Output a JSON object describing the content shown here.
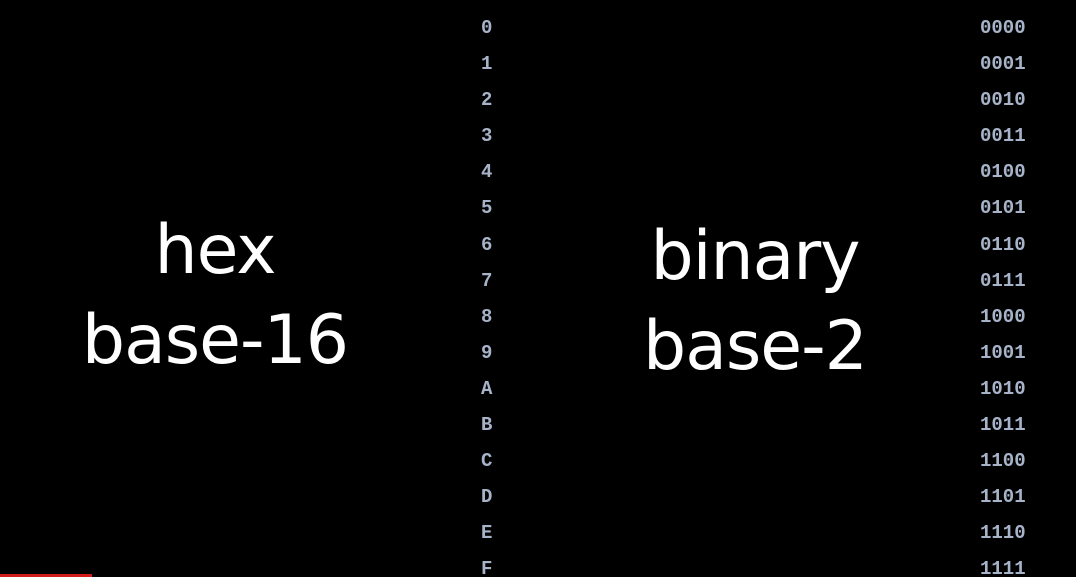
{
  "hex": {
    "title_line1": "hex",
    "title_line2": "base-16",
    "digits": [
      "0",
      "1",
      "2",
      "3",
      "4",
      "5",
      "6",
      "7",
      "8",
      "9",
      "A",
      "B",
      "C",
      "D",
      "E",
      "F"
    ]
  },
  "binary": {
    "title_line1": "binary",
    "title_line2": "base-2",
    "digits": [
      "0000",
      "0001",
      "0010",
      "0011",
      "0100",
      "0101",
      "0110",
      "0111",
      "1000",
      "1001",
      "1010",
      "1011",
      "1100",
      "1101",
      "1110",
      "1111"
    ]
  },
  "colors": {
    "background": "#000000",
    "title_text": "#ffffff",
    "table_text": "#a7b3c8",
    "progress_bar": "#d01b1b"
  }
}
